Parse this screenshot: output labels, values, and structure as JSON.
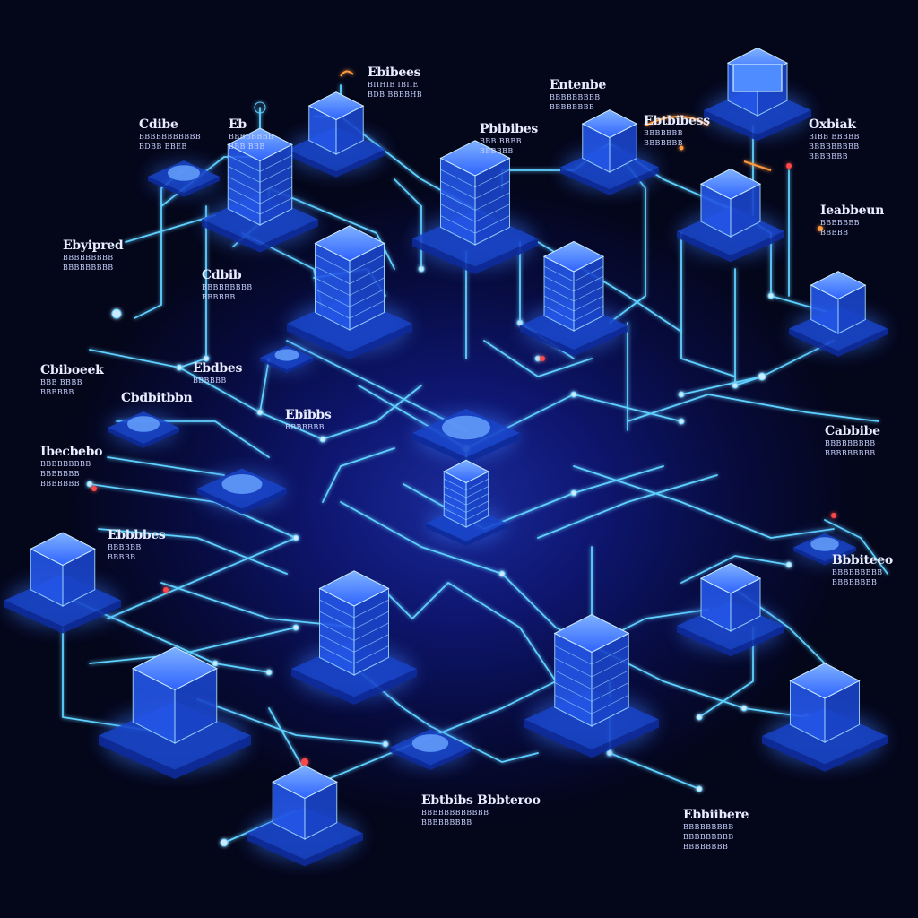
{
  "theme": {
    "background": "#05061a",
    "glow": "#1a2a9a",
    "wire": "#5fd0ff",
    "node_top": "#3b7cff",
    "node_side": "#1743c8",
    "accent_orange": "#ff9a3c",
    "accent_red": "#ff4a4a"
  },
  "labels": [
    {
      "title": "Ebibees",
      "sub": [
        "BIIHIB IBIIE",
        "BDB BBBBHB"
      ]
    },
    {
      "title": "Cdibe",
      "sub": [
        "BBBBBBBBBBB",
        "BDBB BBEB"
      ]
    },
    {
      "title": "Eb",
      "sub": [
        "BBBBBBBB",
        "BBB BBB"
      ]
    },
    {
      "title": "Entenbe",
      "sub": [
        "BBBBBBBBB",
        "BBBBBBBB"
      ]
    },
    {
      "title": "Pbibibes",
      "sub": [
        "BBB BBBB",
        "BBBBBB"
      ]
    },
    {
      "title": "Ebtbibess",
      "sub": [
        "BBBBBBB",
        "BBBBBBB"
      ]
    },
    {
      "title": "Oxbiak",
      "sub": [
        "BIBB BBBBB",
        "BBBBBBBBB",
        "BBBBBBB"
      ]
    },
    {
      "title": "Ebyipred",
      "sub": [
        "BBBBBBBBB",
        "BBBBBBBBB"
      ]
    },
    {
      "title": "Cdbib",
      "sub": [
        "BBBBBBBBB",
        "BBBBBB"
      ]
    },
    {
      "title": "Ieabbeun",
      "sub": [
        "BBBBBBB",
        "BBBBB"
      ]
    },
    {
      "title": "Cbiboeek",
      "sub": [
        "BBB BBBB",
        "BBBBBB"
      ]
    },
    {
      "title": "Ebdbes",
      "sub": [
        "BBBBBB"
      ]
    },
    {
      "title": "Cbdbitbbn",
      "sub": []
    },
    {
      "title": "Ebibbs",
      "sub": [
        "BBBBBBB"
      ]
    },
    {
      "title": "Ibecbebo",
      "sub": [
        "BBBBBBBBB",
        "BBBBBBB",
        "BBBBBBB"
      ]
    },
    {
      "title": "Cabbibe",
      "sub": [
        "BBBBBBBBB",
        "BBBBBBBBB"
      ]
    },
    {
      "title": "Ebbbbes",
      "sub": [
        "BBBBBB",
        "BBBBB"
      ]
    },
    {
      "title": "Bbbiteeo",
      "sub": [
        "BBBBBBBBB",
        "BBBBBBBB"
      ]
    },
    {
      "title": "Ebtbibs Bbbteroo",
      "sub": [
        "BBBBBBBBBBBB",
        "BBBBBBBBB"
      ]
    },
    {
      "title": "Ebbiibere",
      "sub": [
        "BBBBBBBBB",
        "BBBBBBBBB",
        "BBBBBBBB"
      ]
    }
  ]
}
